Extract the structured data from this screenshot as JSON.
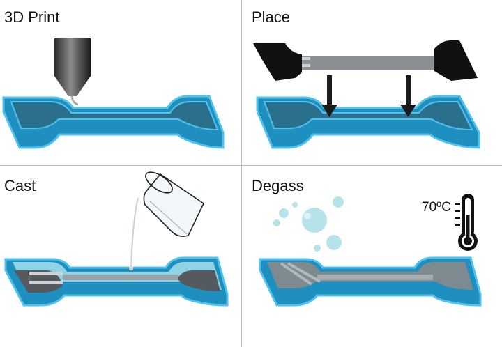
{
  "steps": [
    {
      "label": "3D Print"
    },
    {
      "label": "Place"
    },
    {
      "label": "Cast"
    },
    {
      "label": "Degass",
      "temperature": "70ºC"
    }
  ],
  "colors": {
    "mold_outer": "#1f8fc0",
    "mold_edge": "#4fc3ee",
    "mold_floor": "#2a6f8c",
    "resin": "#8fd3e6",
    "bubbles": "#b6e3ea",
    "clamp": "#111111",
    "strip": "#8a8f94"
  },
  "icons": [
    "nozzle-icon",
    "clamp-icon",
    "down-arrow-icon",
    "beaker-icon",
    "bubble-icon",
    "thermometer-icon"
  ]
}
